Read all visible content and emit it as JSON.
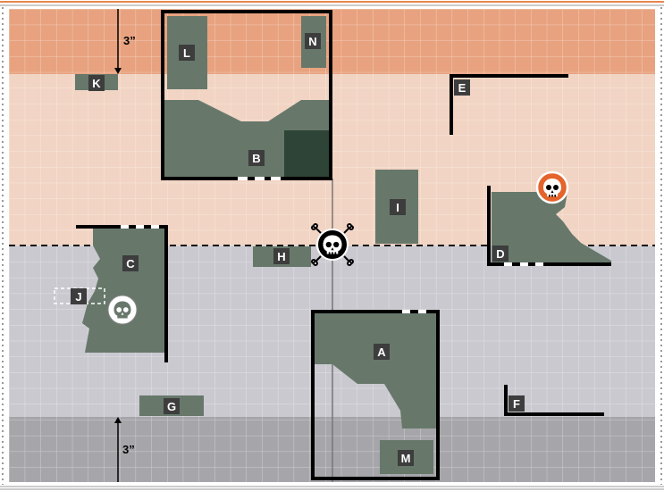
{
  "colors": {
    "zone_orange": "#e8a27f",
    "zone_peach": "#f1d4c3",
    "zone_light_gray": "#c9c9cf",
    "zone_dark_gray": "#a6a6aa",
    "terrain": "#67786b",
    "terrain_dark": "#2e4436",
    "wall": "#000000",
    "border_accent": "#e8874f",
    "objective_red": "#e4642c"
  },
  "measurements": {
    "top_depth": "3”",
    "bottom_depth": "3”"
  },
  "terrain_labels": {
    "A": "A",
    "B": "B",
    "C": "C",
    "D": "D",
    "E": "E",
    "F": "F",
    "G": "G",
    "H": "H",
    "I": "I",
    "J": "J",
    "K": "K",
    "L": "L",
    "M": "M",
    "N": "N"
  },
  "icons": {
    "center": "skull-crossbones-icon",
    "orange": "skull-icon",
    "white": "skull-icon"
  }
}
